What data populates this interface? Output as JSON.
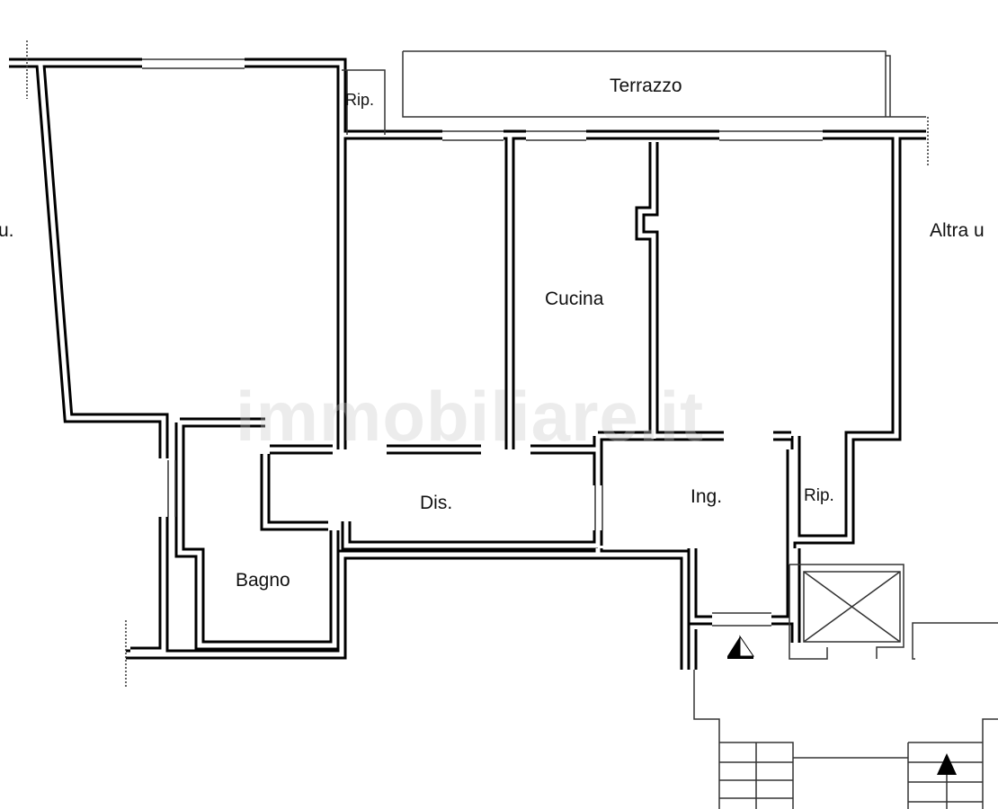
{
  "title": "Floor plan",
  "watermark": "immobiliare.it",
  "rooms": {
    "terrace": "Terrazzo",
    "storage_top": "Rip.",
    "kitchen": "Cucina",
    "hall": "Dis.",
    "entrance": "Ing.",
    "storage_right": "Rip.",
    "bathroom": "Bagno"
  },
  "neighbors": {
    "left": "u.",
    "right": "Altra u"
  },
  "colors": {
    "wall": "#000000",
    "background": "#ffffff"
  }
}
